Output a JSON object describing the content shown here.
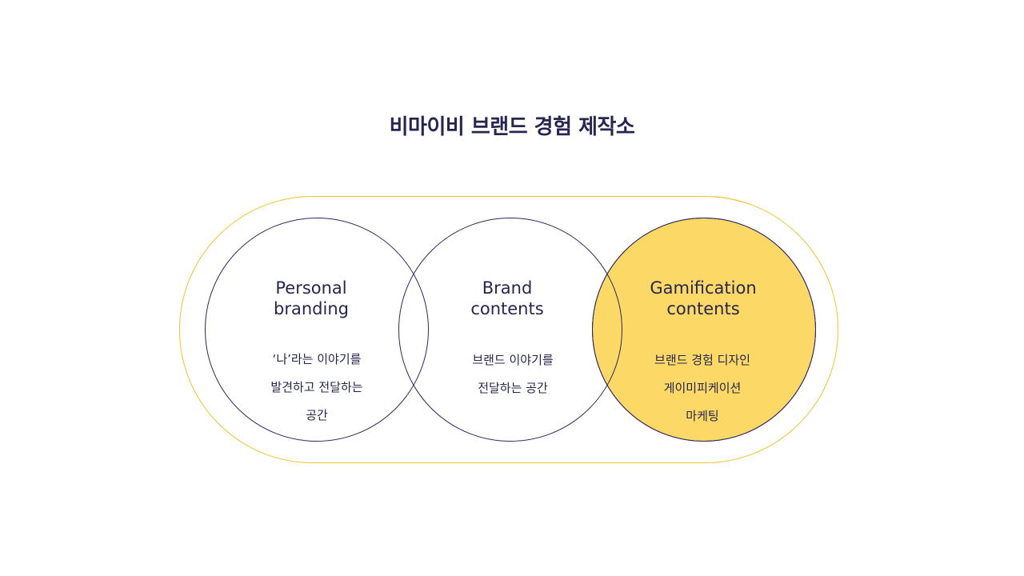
{
  "title": "비마이비 브랜드 경험 제작소",
  "colors": {
    "navy": "#262650",
    "yellow": "#fcd866",
    "outline_yellow": "#f2c230"
  },
  "circles": [
    {
      "title_lines": [
        "Personal",
        "branding"
      ],
      "desc_lines": [
        "‘나’라는 이야기를",
        "발견하고 전달하는",
        "공간"
      ]
    },
    {
      "title_lines": [
        "Brand",
        "contents"
      ],
      "desc_lines": [
        "브랜드 이야기를",
        "전달하는 공간"
      ]
    },
    {
      "title_lines": [
        "Gamification",
        "contents"
      ],
      "desc_lines": [
        "브랜드 경험 디자인",
        "게이미피케이션",
        "마케팅"
      ]
    }
  ]
}
